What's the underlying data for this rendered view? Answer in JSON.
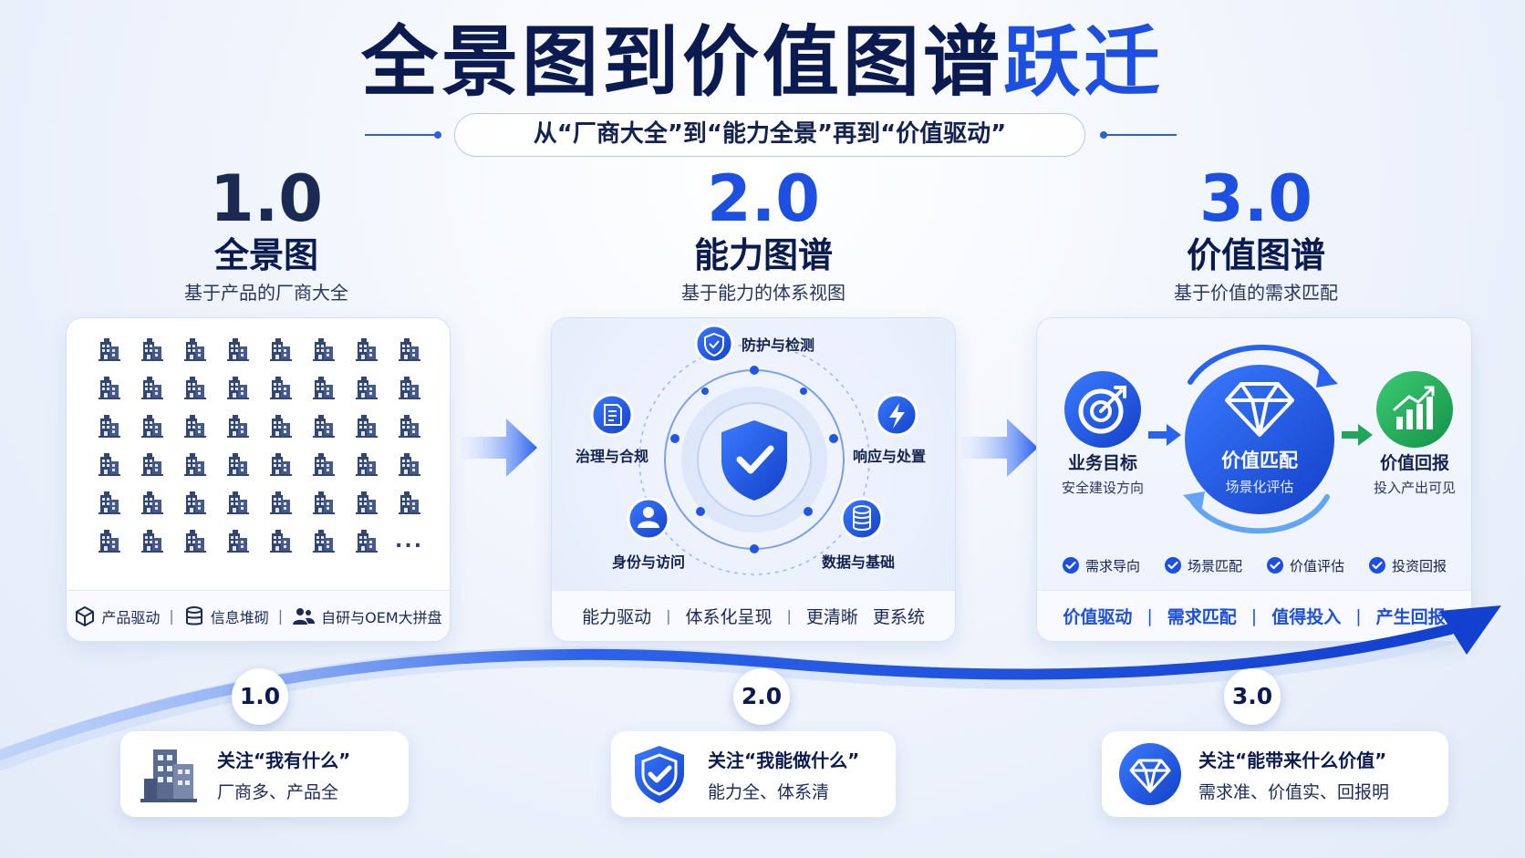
{
  "header": {
    "title_main": "全景图到价值图谱",
    "title_accent": "跃迁",
    "subtitle": "从“厂商大全”到“能力全景”再到“价值驱动”"
  },
  "colors": {
    "navy": "#0b1b4f",
    "accent": "#1d4fe0",
    "green": "#22a45a"
  },
  "stages": [
    {
      "number": "1.0",
      "name": "全景图",
      "desc": "基于产品的厂商大全",
      "footer": [
        "产品驱动",
        "信息堆砌",
        "自研与OEM大拼盘"
      ],
      "grid_more": "...",
      "icons": [
        "building-icon",
        "cube-icon",
        "database-icon",
        "users-icon"
      ]
    },
    {
      "number": "2.0",
      "name": "能力图谱",
      "desc": "基于能力的体系视图",
      "nodes": [
        "防护与检测",
        "治理与合规",
        "响应与处置",
        "身份与访问",
        "数据与基础"
      ],
      "footer": [
        "能力驱动",
        "体系化呈现",
        "更清晰",
        "更系统"
      ],
      "icons": [
        "shield-check-icon",
        "document-icon",
        "lightning-icon",
        "user-icon",
        "database-icon"
      ]
    },
    {
      "number": "3.0",
      "name": "价值图谱",
      "desc": "基于价值的需求匹配",
      "flow": [
        {
          "title": "业务目标",
          "sub": "安全建设方向"
        },
        {
          "title": "价值匹配",
          "sub": "场景化评估"
        },
        {
          "title": "价值回报",
          "sub": "投入产出可见"
        }
      ],
      "checks": [
        "需求导向",
        "场景匹配",
        "价值评估",
        "投资回报"
      ],
      "footer": [
        "价值驱动",
        "需求匹配",
        "值得投入",
        "产生回报"
      ],
      "icons": [
        "target-icon",
        "diamond-icon",
        "chart-up-icon",
        "check-icon"
      ]
    }
  ],
  "timeline": [
    {
      "badge": "1.0",
      "title": "关注“我有什么”",
      "sub": "厂商多、产品全",
      "icon": "building-icon"
    },
    {
      "badge": "2.0",
      "title": "关注“我能做什么”",
      "sub": "能力全、体系清",
      "icon": "shield-check-icon"
    },
    {
      "badge": "3.0",
      "title": "关注“能带来什么价值”",
      "sub": "需求准、价值实、回报明",
      "icon": "diamond-icon"
    }
  ]
}
